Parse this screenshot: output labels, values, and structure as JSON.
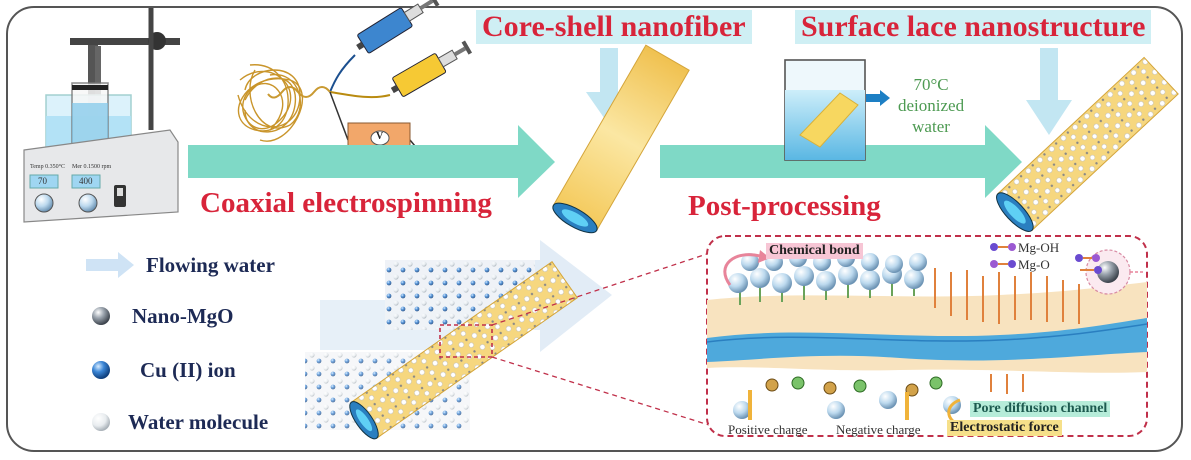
{
  "titles": {
    "core_shell": "Core-shell nanofiber",
    "surface_lace": "Surface lace nanostructure"
  },
  "steps": {
    "coaxial": "Coaxial electrospinning",
    "post": "Post-processing"
  },
  "beaker": {
    "temp": "70°C",
    "line2": "deionized",
    "line3": "water"
  },
  "stirrer": {
    "temp_label": "Temp 0.350°C",
    "speed_label": "Mer 0.1500 rpm",
    "temp_value": "70",
    "speed_value": "400"
  },
  "power": {
    "label": "V"
  },
  "legend": [
    {
      "label": "Flowing water",
      "icon": "arrow-icon"
    },
    {
      "label": "Nano-MgO",
      "icon": "gray-sphere-icon"
    },
    {
      "label": "Cu (II) ion",
      "icon": "blue-sphere-icon"
    },
    {
      "label": "Water molecule",
      "icon": "white-sphere-icon"
    }
  ],
  "detail": {
    "chemical_bond": "Chemical bond",
    "mg_oh": "Mg-OH",
    "mg_o": "Mg-O",
    "pore_channel": "Pore diffusion channel",
    "positive_charge": "Positive charge",
    "negative_charge": "Negative charge",
    "electrostatic": "Electrostatic force"
  },
  "colors": {
    "title_red": "#d8243a",
    "arrow_teal": "#7fd9c6",
    "fiber_yellow": "#f7d67a",
    "accent_blue": "#1d7fc4",
    "detail_border": "#c0304a"
  }
}
